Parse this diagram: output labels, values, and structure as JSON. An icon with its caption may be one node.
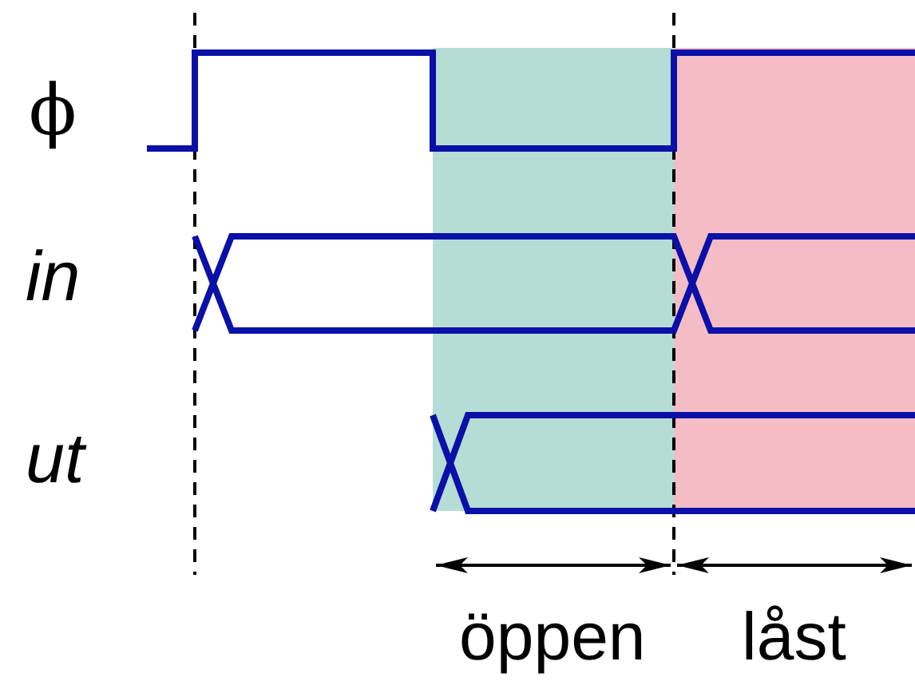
{
  "diagram": {
    "labels": [
      "ϕ",
      "in",
      "ut",
      "öppen",
      "låst"
    ]
  }
}
